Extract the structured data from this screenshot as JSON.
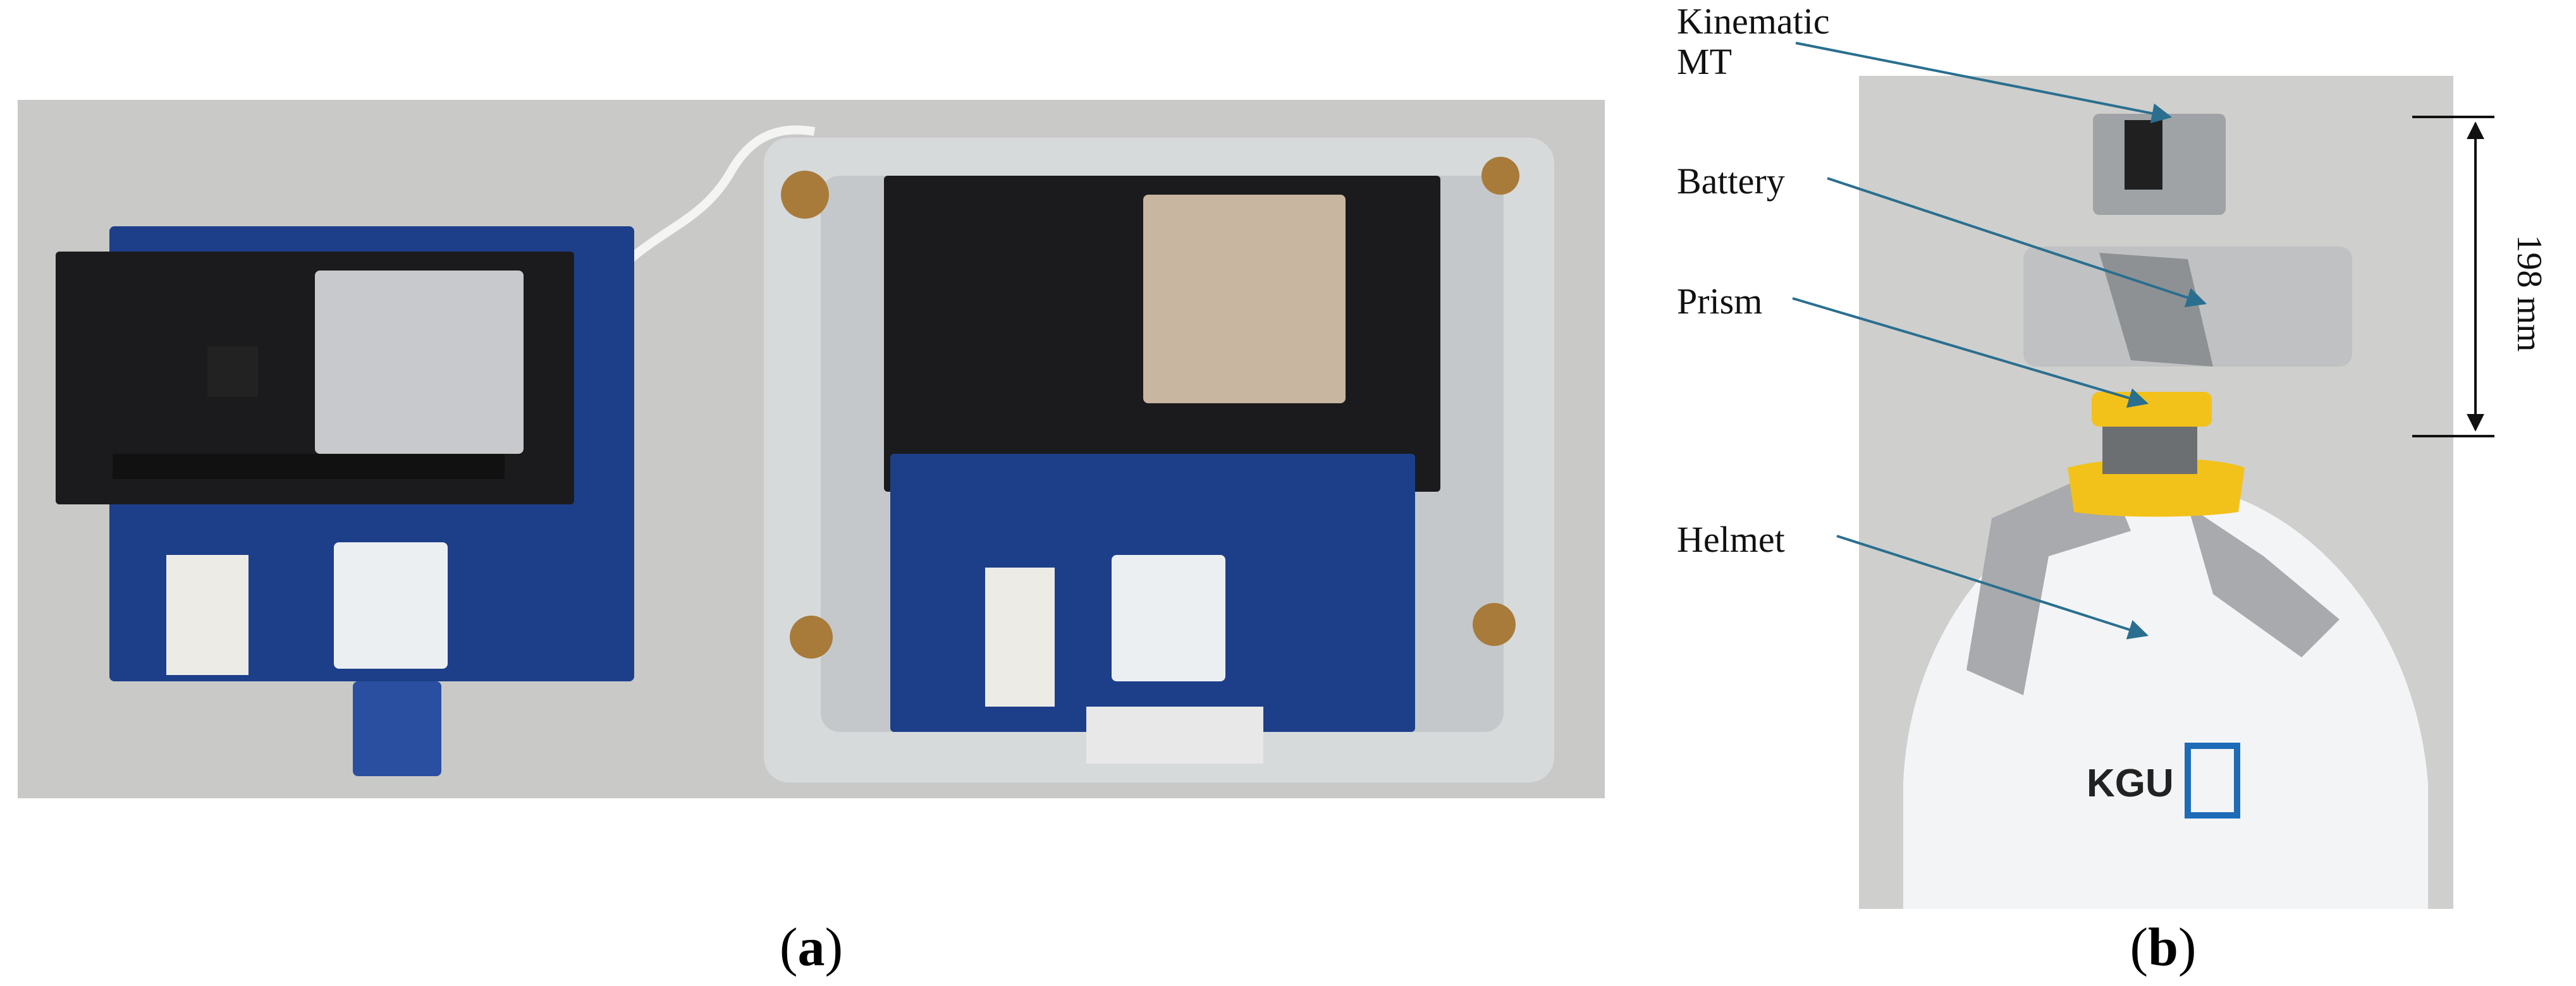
{
  "panel_a": {
    "caption_open": "(",
    "caption_letter": "a",
    "caption_close": ")"
  },
  "panel_b": {
    "caption_open": "(",
    "caption_letter": "b",
    "caption_close": ")",
    "labels": {
      "kinematic_line1": "Kinematic",
      "kinematic_line2": "MT",
      "battery": "Battery",
      "prism": "Prism",
      "helmet": "Helmet"
    },
    "dimension": "198 mm",
    "helmet_logo": "KGU"
  },
  "colors": {
    "background": "#ffffff",
    "desk": "#c9c9c7",
    "pcb_blue": "#1d3f8a",
    "pcb_black": "#1b1b1d",
    "enclosure": "#d7dadb",
    "prism_yellow": "#f2c21a",
    "helmet_white": "#f3f4f6",
    "leader_line": "#2a6f8f"
  }
}
